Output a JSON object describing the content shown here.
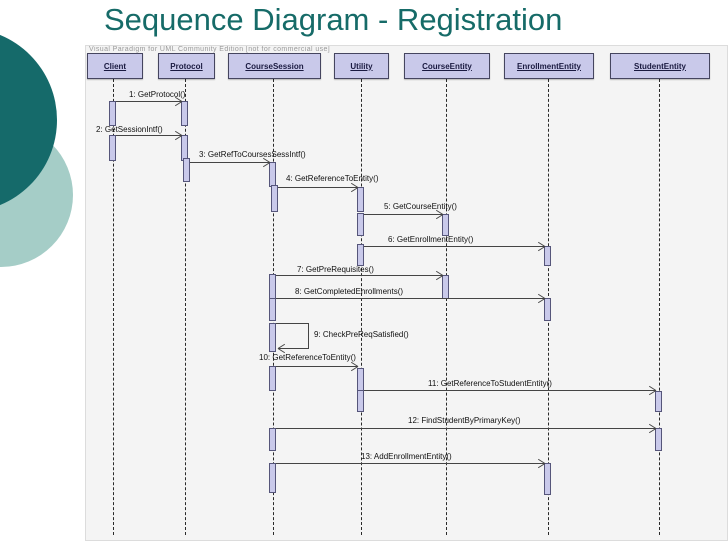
{
  "slide": {
    "title": "Sequence Diagram - Registration",
    "watermark": "Visual Paradigm for UML Community Edition [not for commercial use]"
  },
  "diagram": {
    "type": "uml-sequence",
    "lifelines": [
      {
        "name": "Client"
      },
      {
        "name": "Protocol"
      },
      {
        "name": "CourseSession"
      },
      {
        "name": "Utility"
      },
      {
        "name": "CourseEntity"
      },
      {
        "name": "EnrollmentEntity"
      },
      {
        "name": "StudentEntity"
      }
    ],
    "messages": [
      {
        "label": "1: GetProtocol()",
        "from": "Client",
        "to": "Protocol"
      },
      {
        "label": "2: GetSessionIntf()",
        "from": "Client",
        "to": "Protocol"
      },
      {
        "label": "3: GetRefToCoursesSessIntf()",
        "from": "Protocol",
        "to": "CourseSession"
      },
      {
        "label": "4: GetReferenceToEntity()",
        "from": "CourseSession",
        "to": "Utility"
      },
      {
        "label": "5: GetCourseEntity()",
        "from": "Utility",
        "to": "CourseEntity"
      },
      {
        "label": "6: GetEnrollmentEntity()",
        "from": "Utility",
        "to": "EnrollmentEntity"
      },
      {
        "label": "7: GetPreRequisites()",
        "from": "CourseSession",
        "to": "CourseEntity"
      },
      {
        "label": "8: GetCompletedEnrollments()",
        "from": "CourseSession",
        "to": "EnrollmentEntity"
      },
      {
        "label": "9: CheckPreReqSatisfied()",
        "from": "CourseSession",
        "to": "CourseSession"
      },
      {
        "label": "10: GetReferenceToEntity()",
        "from": "CourseSession",
        "to": "Utility"
      },
      {
        "label": "11: GetReferenceToStudentEntity()",
        "from": "Utility",
        "to": "StudentEntity"
      },
      {
        "label": "12: FindStudentByPrimaryKey()",
        "from": "CourseSession",
        "to": "StudentEntity"
      },
      {
        "label": "13: AddEnrollmentEntity()",
        "from": "CourseSession",
        "to": "EnrollmentEntity"
      }
    ]
  },
  "colors": {
    "title_text": "#166b68",
    "circle_dark": "#156a6a",
    "circle_light": "#a5cdc7",
    "diagram_bg": "#f4f4f4",
    "box_fill": "#c9c9ea",
    "box_border": "#45455f",
    "line": "#444444"
  }
}
